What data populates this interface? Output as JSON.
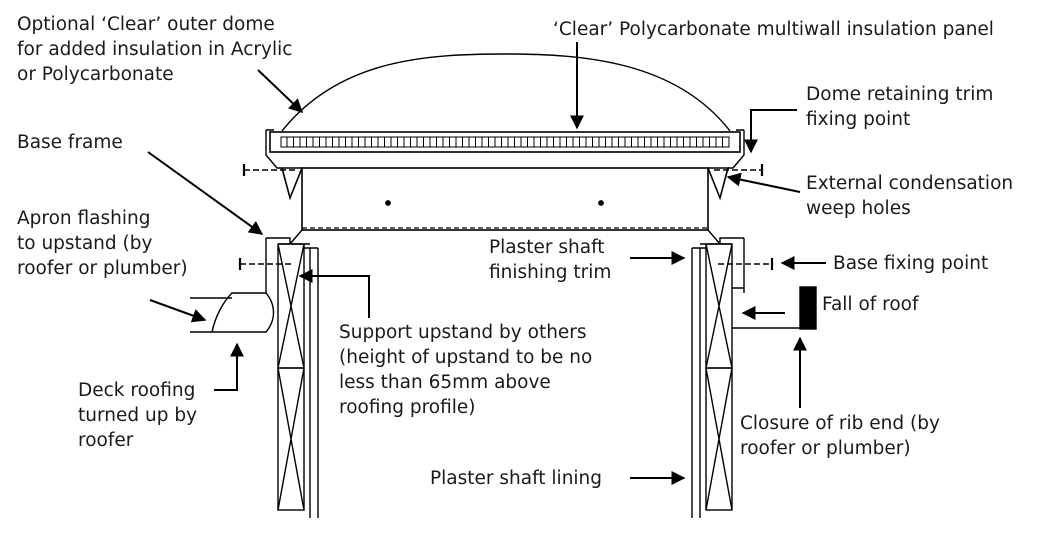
{
  "labels": {
    "outer_dome": "Optional ‘Clear’ outer dome\nfor added insulation in Acrylic\nor Polycarbonate",
    "panel": "‘Clear’ Polycarbonate multiwall insulation panel",
    "dome_trim": "Dome retaining trim\nfixing point",
    "base_frame": "Base frame",
    "condensation": "External condensation\nweep holes",
    "apron": "Apron flashing\nto upstand (by\nroofer or plumber)",
    "plaster_trim": "Plaster shaft\nfinishing trim",
    "base_fixing": "Base fixing point",
    "fall_of_roof": "Fall of roof",
    "support_upstand": "Support upstand by others\n(height of upstand to be no\nless than 65mm above\nroofing profile)",
    "deck_roofing": "Deck roofing\nturned up by\nroofer",
    "closure": "Closure of rib end (by\nroofer or plumber)",
    "shaft_lining": "Plaster shaft lining"
  }
}
